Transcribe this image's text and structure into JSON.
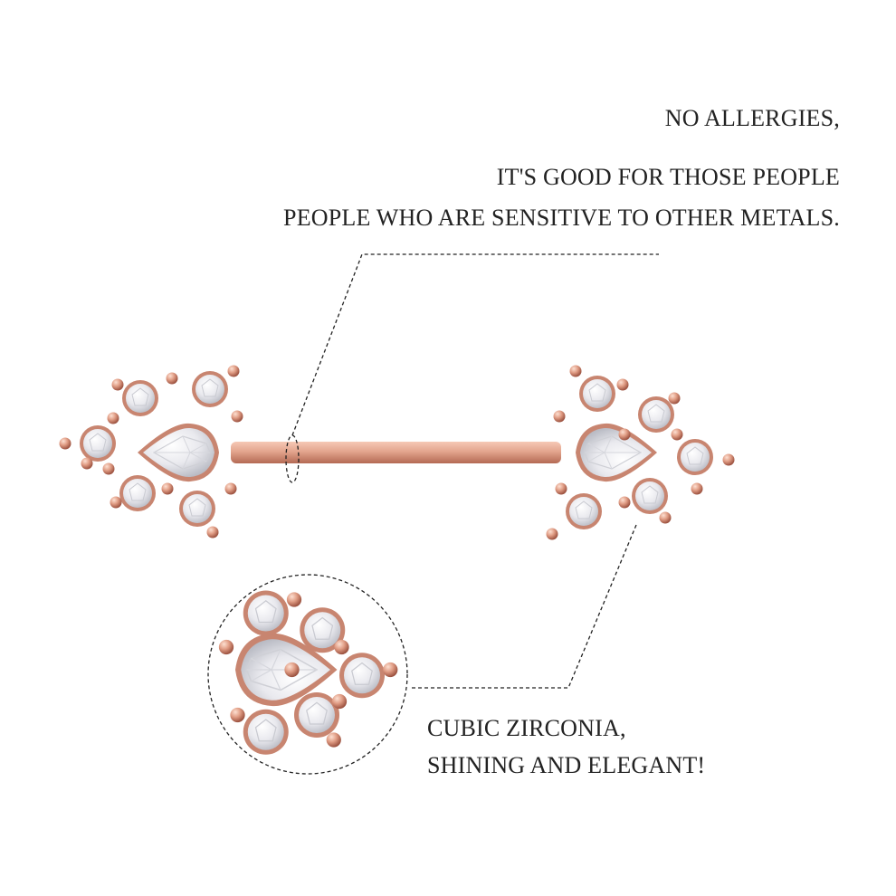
{
  "text": {
    "allergy_title": "NO ALLERGIES,",
    "allergy_line2": "IT'S GOOD FOR THOSE PEOPLE",
    "allergy_line3": "PEOPLE WHO ARE SENSITIVE TO OTHER METALS.",
    "zirconia_line1": "CUBIC ZIRCONIA,",
    "zirconia_line2": "SHINING AND ELEGANT!"
  },
  "colors": {
    "metal": "#e0a08a",
    "metal_dark": "#b86a55",
    "stone": "#f2f2f4",
    "callout_line": "#222222"
  }
}
